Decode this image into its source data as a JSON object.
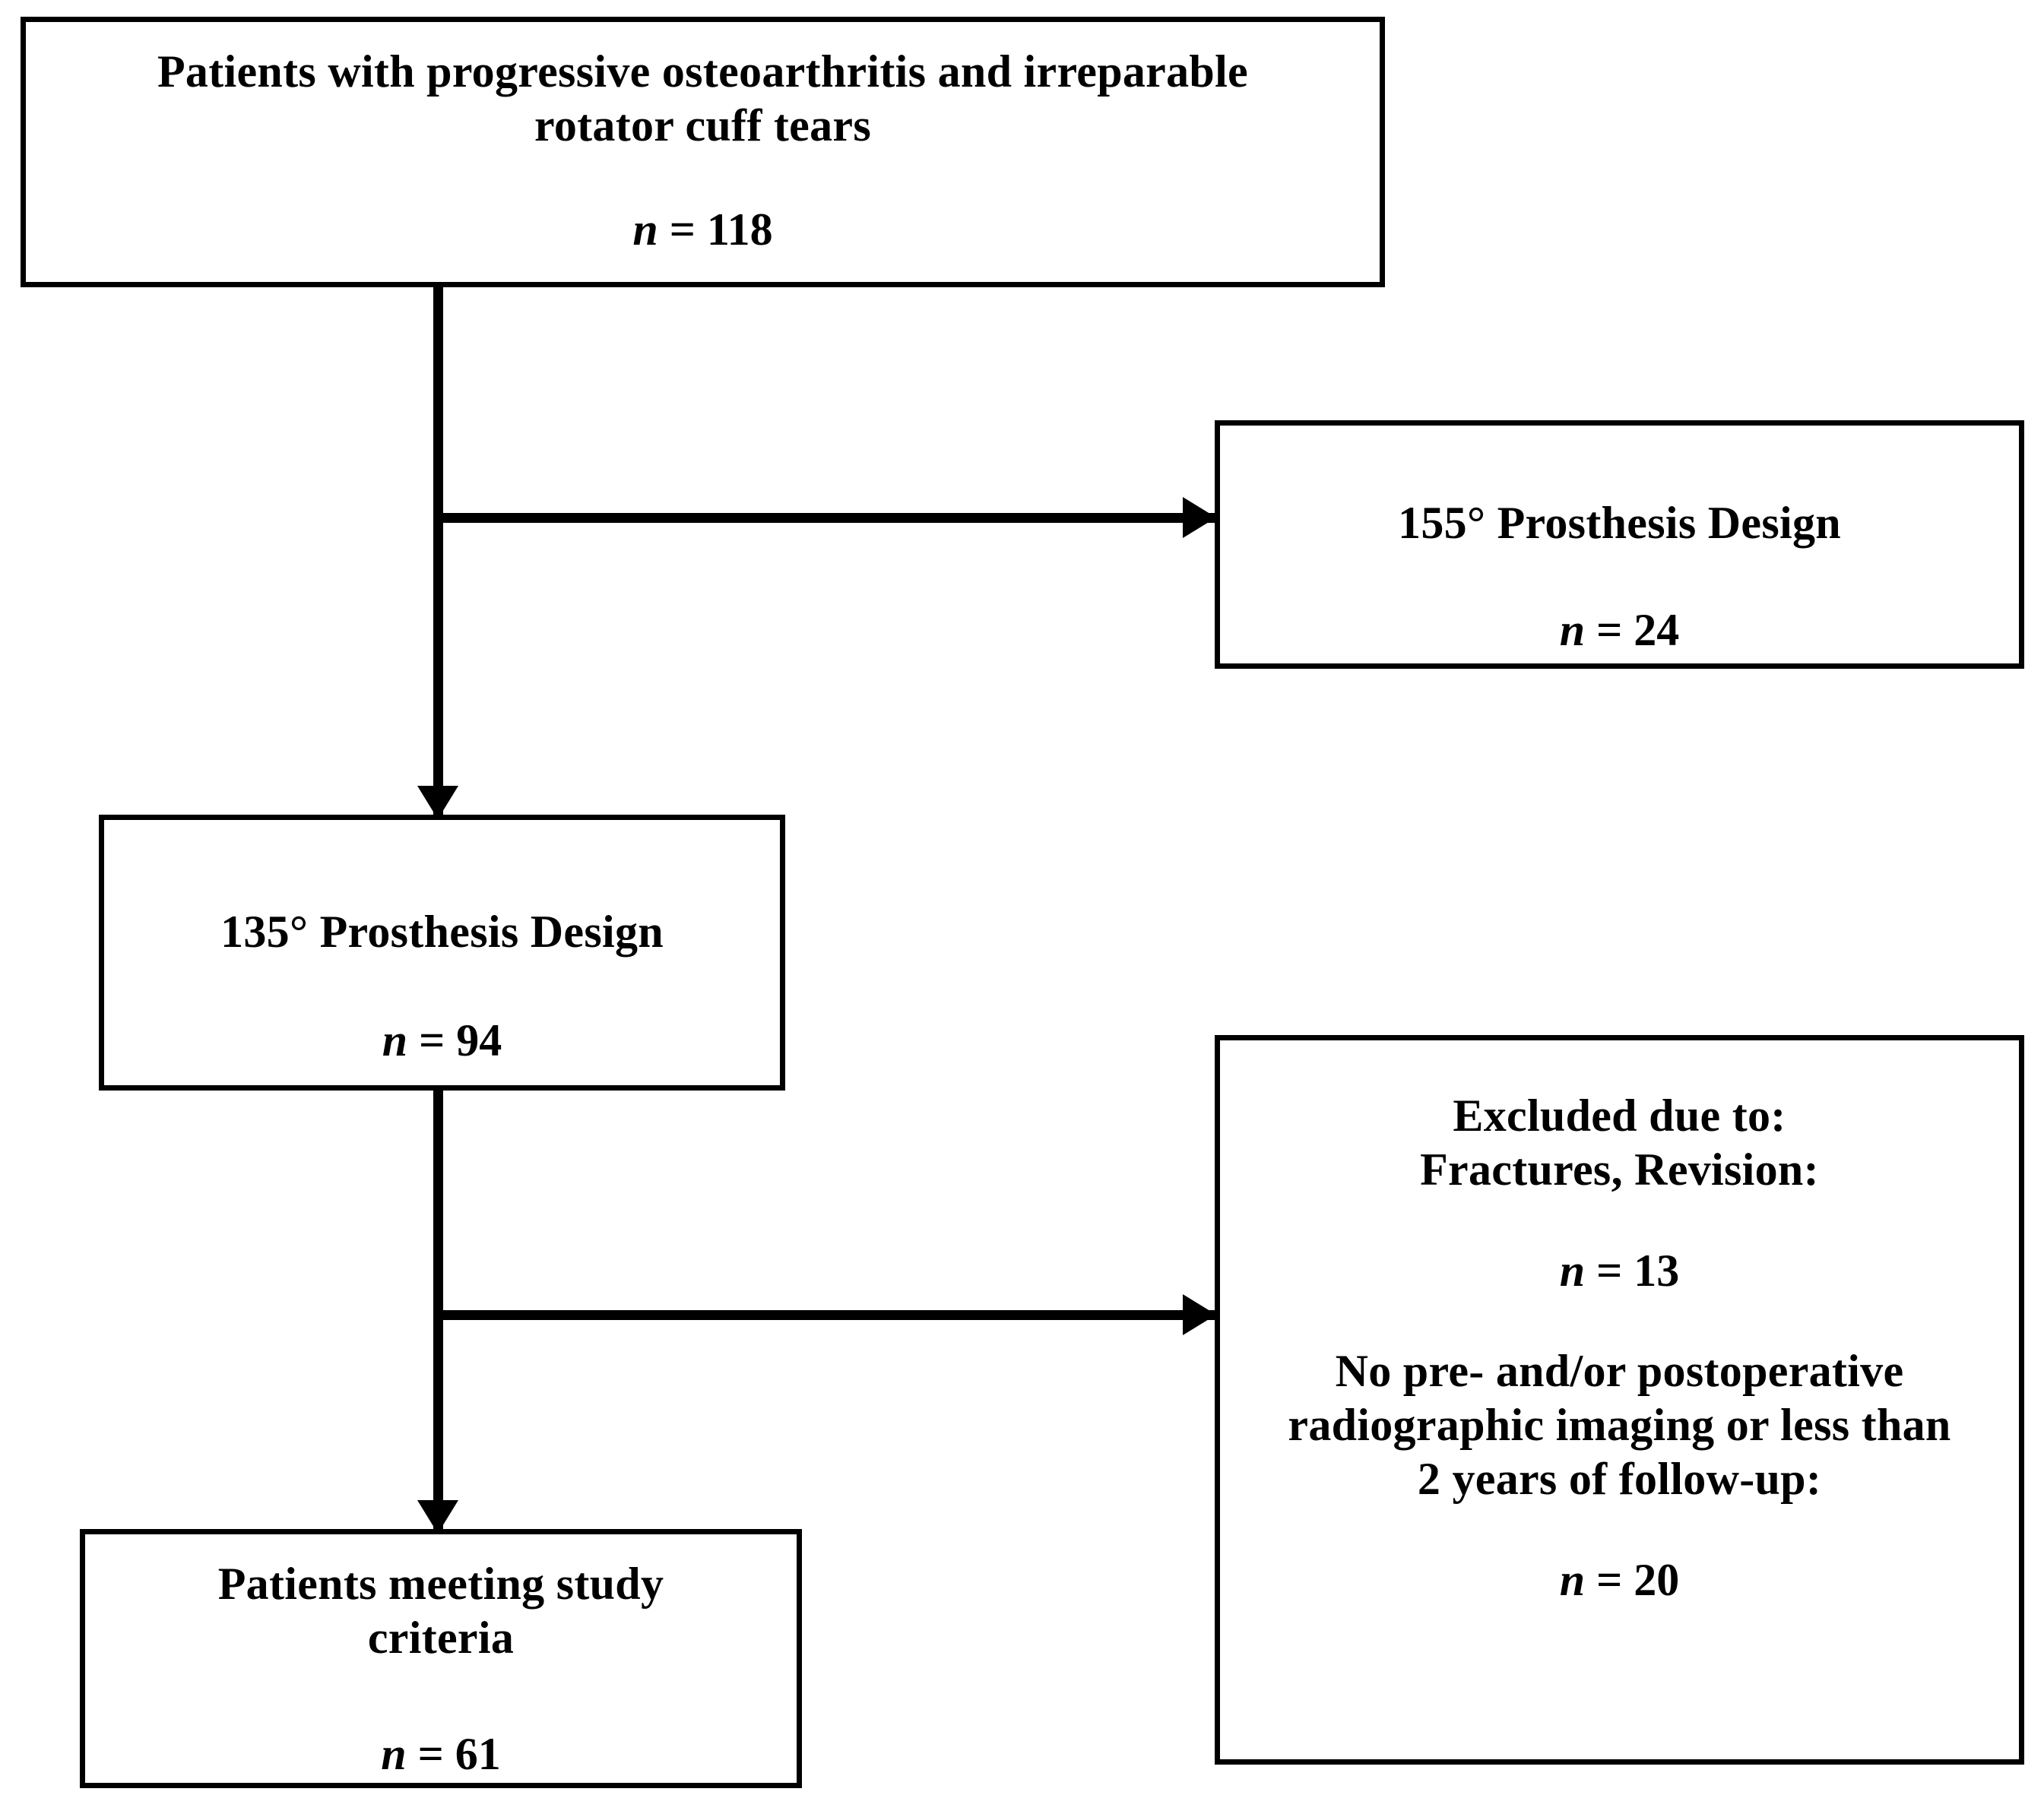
{
  "diagram": {
    "type": "patient-flow-chart",
    "nodes": {
      "source": {
        "title": "Patients with progressive osteoarthritis and irreparable\nrotator cuff tears",
        "count_label": "n",
        "count_value": "= 118"
      },
      "design_155": {
        "title": "155° Prosthesis Design",
        "count_label": "n",
        "count_value": "= 24"
      },
      "design_135": {
        "title": "135° Prosthesis Design",
        "count_label": "n",
        "count_value": "= 94"
      },
      "excluded": {
        "title_1": "Excluded due to:\nFractures, Revision:",
        "count_label_1": "n",
        "count_value_1": "= 13",
        "title_2": "No pre- and/or postoperative\nradiographic imaging or less than\n2 years of follow-up:",
        "count_label_2": "n",
        "count_value_2": "= 20"
      },
      "included": {
        "title": "Patients meeting study\ncriteria",
        "count_label": "n",
        "count_value": "= 61"
      }
    },
    "connectors": [
      {
        "name": "source-to-135",
        "from": "source",
        "to": "design_135",
        "direction": "down"
      },
      {
        "name": "source-to-155",
        "from": "source",
        "to": "design_155",
        "direction": "right"
      },
      {
        "name": "135-to-included",
        "from": "design_135",
        "to": "included",
        "direction": "down"
      },
      {
        "name": "135-to-excluded",
        "from": "design_135",
        "to": "excluded",
        "direction": "right"
      }
    ],
    "colors": {
      "stroke": "#000000",
      "fill": "#ffffff",
      "text": "#000000"
    }
  }
}
